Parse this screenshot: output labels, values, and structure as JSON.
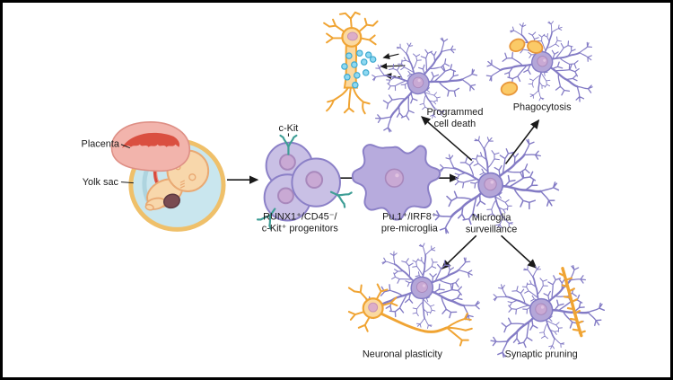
{
  "figure": {
    "type": "scientific-diagram",
    "subject": "Microglia origin from yolk sac progenitors and their functions in the brain"
  },
  "labels": {
    "placenta": "Placenta",
    "yolk_sac": "Yolk sac",
    "c_kit": "c-Kit",
    "progenitors_l1": "RUNX1⁺/CD45⁻/",
    "progenitors_l2": "c-Kit⁺ progenitors",
    "premicroglia_l1": "Pu.1⁺/IRF8⁺",
    "premicroglia_l2": "pre-microglia",
    "surveillance_l1": "Microglia",
    "surveillance_l2": "surveillance",
    "pcd_l1": "Programmed",
    "pcd_l2": "cell death",
    "phagocytosis": "Phagocytosis",
    "neuronal_plasticity": "Neuronal plasticity",
    "synaptic_pruning": "Synaptic pruning"
  },
  "colors": {
    "ink": "#1a1a1a",
    "cell_fill": "#c9c0e5",
    "cell_stroke": "#8b80c7",
    "amoeboid_fill": "#b7abdd",
    "mg_stroke": "#837bc5",
    "mg_soma": "#b4a6d8",
    "nucleus_fill": "#c9a9d4",
    "nucleus_stroke": "#a888bc",
    "receptor_teal": "#3f9e96",
    "neuron_orange": "#f0a433",
    "neuron_fill": "#fbd9a0",
    "dot_fill": "#8ed9f2",
    "dot_stroke": "#3fa9cf",
    "debris_fill": "#fbca67",
    "debris_stroke": "#e8973a",
    "sac_blue": "#c9e6ee",
    "sac_ring": "#efc06a",
    "fetus_fill": "#f8d7ab",
    "fetus_stroke": "#e9a973",
    "placenta_pink": "#f2b4ac",
    "placenta_edge": "#de8f85",
    "placenta_red": "#da4f40",
    "cord_red": "#d84b3e",
    "dark_blob": "#7a4c52"
  }
}
